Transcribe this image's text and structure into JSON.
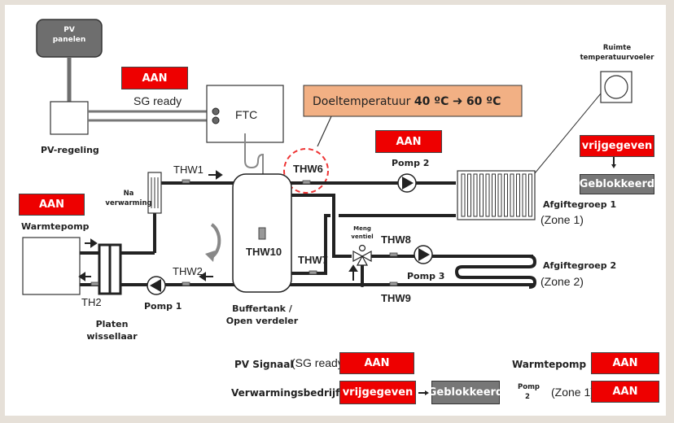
{
  "pv": {
    "panels_label_1": "PV",
    "panels_label_2": "panelen",
    "controller_label": "PV-regeling",
    "status": "AAN",
    "sg_label": "SG ready"
  },
  "ftc": {
    "label": "FTC"
  },
  "target_temp": {
    "prefix": "Doeltemperatuur",
    "from": "40 ºC",
    "to": "60 ºC"
  },
  "sensors": {
    "thw1": "THW1",
    "thw2": "THW2",
    "thw6": "THW6",
    "thw7": "THW7",
    "thw8": "THW8",
    "thw9": "THW9",
    "thw10": "THW10",
    "th2": "TH2"
  },
  "heatpump": {
    "status": "AAN",
    "label": "Warmtepomp"
  },
  "backup_heater": {
    "line1": "Na",
    "line2": "verwarming"
  },
  "plate_exchanger": {
    "line1": "Platen",
    "line2": "wissellaar"
  },
  "pumps": {
    "pomp1": "Pomp 1",
    "pomp2": "Pomp 2",
    "pomp3": "Pomp 3",
    "pomp2_status": "AAN"
  },
  "buffer": {
    "line1": "Buffertank /",
    "line2": "Open verdeler"
  },
  "mixing_valve": {
    "line1": "Meng",
    "line2": "ventiel"
  },
  "room_sensor": {
    "line1": "Ruimte",
    "line2": "temperatuurvoeler"
  },
  "zone1": {
    "group": "Afgiftegroep 1",
    "zone": "(Zone 1)",
    "status_from": "vrijgegeven",
    "status_to": "Geblokkeerd"
  },
  "zone2": {
    "group": "Afgiftegroep 2",
    "zone": "(Zone 2)"
  },
  "legend": {
    "pv_signal_label": "PV Signaal",
    "pv_signal_sub": "(SG ready)",
    "pv_signal_value": "AAN",
    "utility_label": "Verwarmingsbedrijf",
    "utility_from": "vrijgegeven",
    "utility_to": "Geblokkeerd",
    "heatpump_label": "Warmtepomp",
    "heatpump_value": "AAN",
    "pump2_label_1": "Pomp",
    "pump2_label_2": "2",
    "pump2_zone": "(Zone 1)",
    "pump2_value": "AAN"
  },
  "colors": {
    "status_red": "#ee0000",
    "blocked_grey": "#777777",
    "target_box": "#f2b084"
  }
}
